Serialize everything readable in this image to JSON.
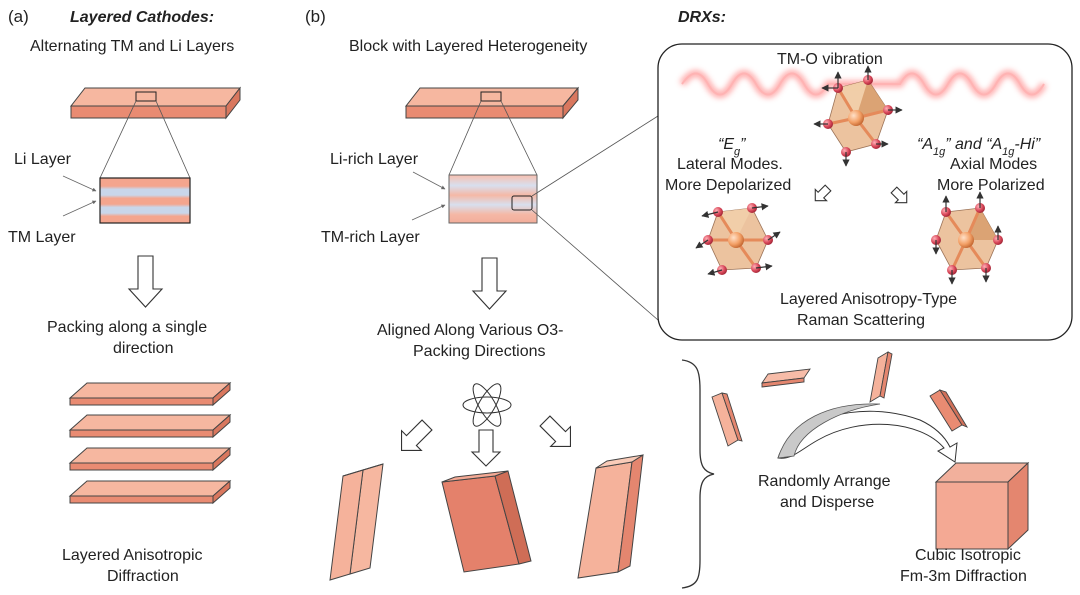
{
  "panel_a": {
    "label": "(a)",
    "title": "Layered Cathodes:",
    "subtitle": "Alternating TM and Li Layers",
    "li_layer": "Li Layer",
    "tm_layer": "TM Layer",
    "packing_line1": "Packing along a single",
    "packing_line2": "direction",
    "result_line1": "Layered Anisotropic",
    "result_line2": "Diffraction"
  },
  "panel_b": {
    "label": "(b)",
    "title": "DRXs:",
    "subtitle": "Block with Layered Heterogeneity",
    "li_rich": "Li-rich Layer",
    "tm_rich": "TM-rich Layer",
    "aligned_line1": "Aligned Along Various O3-",
    "aligned_line2": "Packing Directions",
    "random_line1": "Randomly Arrange",
    "random_line2": "and Disperse",
    "cubic_line1": "Cubic Isotropic",
    "cubic_line2": "Fm-3m Diffraction"
  },
  "inset": {
    "vibration": "TM-O vibration",
    "eg_label": "“E",
    "eg_sub": "g",
    "eg_close": "”",
    "lateral_line1": "Lateral Modes.",
    "lateral_line2": "More Depolarized",
    "a1g_open": "“A",
    "a1g_sub": "1g",
    "a1g_mid": "” and “A",
    "a1g_sub2": "1g",
    "a1g_end": "-Hi”",
    "axial_line1": "Axial Modes",
    "axial_line2": "More Polarized",
    "raman_line1": "Layered Anisotropy-Type",
    "raman_line2": "Raman Scattering"
  },
  "colors": {
    "slab_top": "#f6b7a0",
    "slab_front": "#e98b72",
    "li_band": "#c9d6ea",
    "tm_band": "#f4a58e",
    "glow": "#ff6b6b",
    "octa": "#e9b98f",
    "oxygen": "#d9485a"
  }
}
